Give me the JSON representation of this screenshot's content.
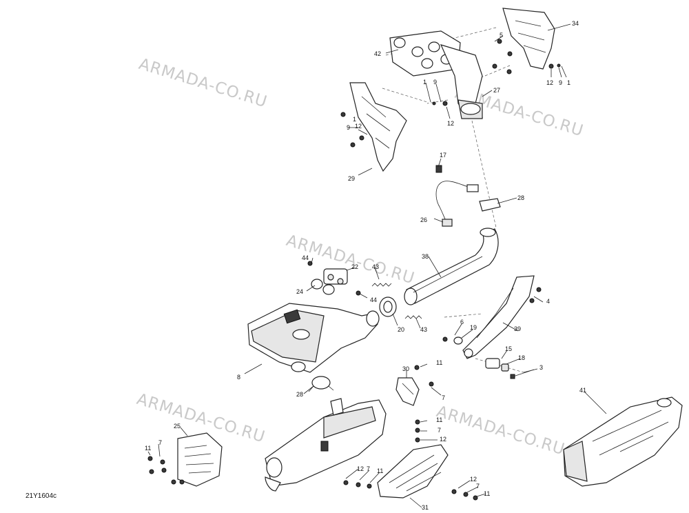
{
  "diagram_id": "21Y1604c",
  "watermark": "ARMADA-CO.RU",
  "callouts": [
    {
      "id": "c42",
      "label": "42"
    },
    {
      "id": "c34",
      "label": "34"
    },
    {
      "id": "c5",
      "label": "5"
    },
    {
      "id": "c12a",
      "label": "12"
    },
    {
      "id": "c9a",
      "label": "9"
    },
    {
      "id": "c1a",
      "label": "1"
    },
    {
      "id": "c1b",
      "label": "1"
    },
    {
      "id": "c9b",
      "label": "9"
    },
    {
      "id": "c27",
      "label": "27"
    },
    {
      "id": "c12b",
      "label": "12"
    },
    {
      "id": "c1c",
      "label": "1"
    },
    {
      "id": "c12c",
      "label": "12"
    },
    {
      "id": "c9c",
      "label": "9"
    },
    {
      "id": "c29",
      "label": "29"
    },
    {
      "id": "c17",
      "label": "17"
    },
    {
      "id": "c28a",
      "label": "28"
    },
    {
      "id": "c26",
      "label": "26"
    },
    {
      "id": "c38",
      "label": "38"
    },
    {
      "id": "c44a",
      "label": "44"
    },
    {
      "id": "c22",
      "label": "22"
    },
    {
      "id": "c43a",
      "label": "43"
    },
    {
      "id": "c24",
      "label": "24"
    },
    {
      "id": "c44b",
      "label": "44"
    },
    {
      "id": "c20",
      "label": "20"
    },
    {
      "id": "c43b",
      "label": "43"
    },
    {
      "id": "c4",
      "label": "4"
    },
    {
      "id": "c39",
      "label": "39"
    },
    {
      "id": "c6",
      "label": "6"
    },
    {
      "id": "c19",
      "label": "19"
    },
    {
      "id": "c15",
      "label": "15"
    },
    {
      "id": "c18",
      "label": "18"
    },
    {
      "id": "c3",
      "label": "3"
    },
    {
      "id": "c8",
      "label": "8"
    },
    {
      "id": "c11a",
      "label": "11"
    },
    {
      "id": "c30",
      "label": "30"
    },
    {
      "id": "c7a",
      "label": "7"
    },
    {
      "id": "c28b",
      "label": "28"
    },
    {
      "id": "c41",
      "label": "41"
    },
    {
      "id": "c25",
      "label": "25"
    },
    {
      "id": "c7b",
      "label": "7"
    },
    {
      "id": "c11b",
      "label": "11"
    },
    {
      "id": "c11c",
      "label": "11"
    },
    {
      "id": "c7c",
      "label": "7"
    },
    {
      "id": "c12d",
      "label": "12"
    },
    {
      "id": "c12e",
      "label": "12"
    },
    {
      "id": "c7d",
      "label": "7"
    },
    {
      "id": "c11d",
      "label": "11"
    },
    {
      "id": "c12f",
      "label": "12"
    },
    {
      "id": "c7e",
      "label": "7"
    },
    {
      "id": "c11e",
      "label": "11"
    },
    {
      "id": "c31",
      "label": "31"
    }
  ]
}
